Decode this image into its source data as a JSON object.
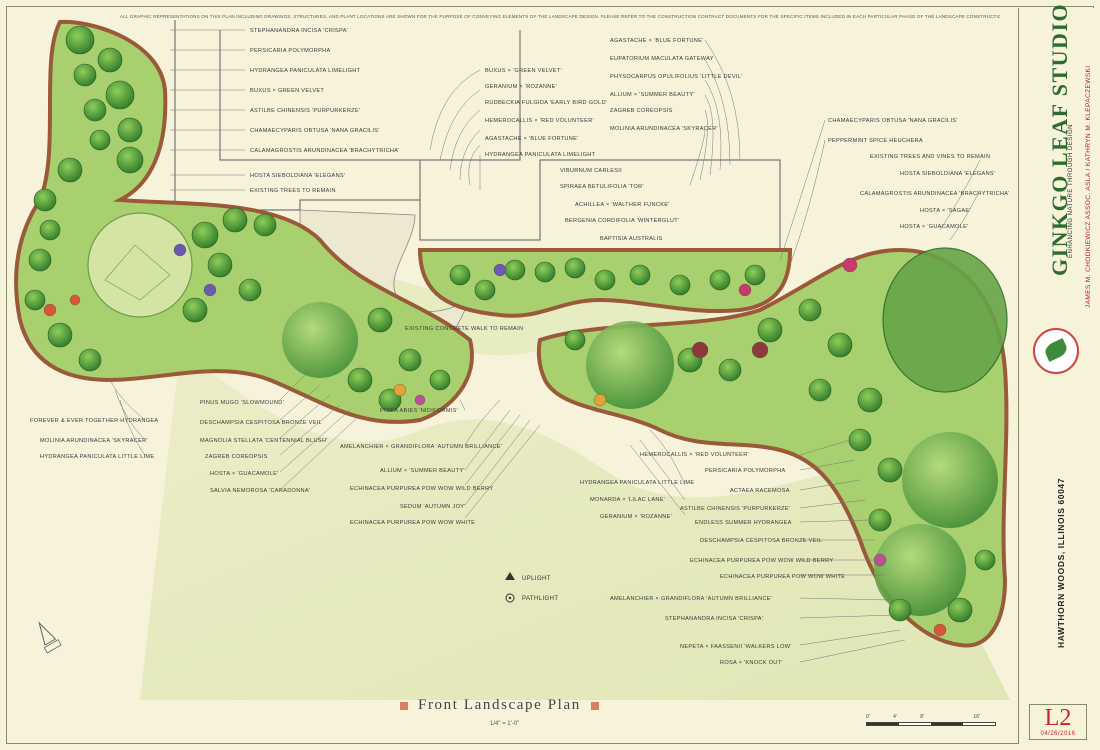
{
  "sheet": {
    "top_note": "ALL GRAPHIC REPRESENTATIONS ON THIS PLAN INCLUDING DRAWINGS, STRUCTURES, AND PLANT LOCATIONS ARE SHOWN FOR THE PURPOSE OF CONVEYING ELEMENTS OF THE LANDSCAPE DESIGN. PLEASE REFER TO THE CONSTRUCTION CONTRACT DOCUMENTS FOR THE SPECIFIC ITEMS INCLUDED IN EACH PARTICULAR PHASE OF THE LANDSCAPE CONSTRUCTION.",
    "title": "Front Landscape Plan",
    "scale": "1/4\" = 1'-0\"",
    "north": "NORTH"
  },
  "title_block": {
    "brand": "GINKGO LEAF STUDIO",
    "tagline": "ENHANCING NATURE THROUGH DESIGN",
    "names": "JAMES M. CHODKIEWICZ ASSOC. ASLA / KATHRYN M. KLEPACZEWSKI",
    "location": "HAWTHORN WOODS, ILLINOIS 60047",
    "sheet_number": "L2",
    "date": "04/26/2016",
    "scale_bar_labels": [
      "0'",
      "4'",
      "8'",
      "16'"
    ]
  },
  "legend": {
    "uplight": "UPLIGHT",
    "pathlight": "PATHLIGHT"
  },
  "labels": {
    "walk": "EXISTING CONCRETE WALK TO REMAIN",
    "top_left": [
      "STEPHANANDRA INCISA 'CRISPA'",
      "PERSICARIA POLYMORPHA",
      "HYDRANGEA PANICULATA LIMELIGHT",
      "BUXUS × GREEN VELVET",
      "ASTILBE CHINENSIS 'PURPURKERZE'",
      "CHAMAECYPARIS OBTUSA 'NANA GRACILIS'",
      "CALAMAGROSTIS ARUNDINACEA 'BRACHYTRICHA'",
      "HOSTA SIEBOLDIANA 'ELEGANS'",
      "EXISTING TREES TO REMAIN"
    ],
    "top_center_left": [
      "BUXUS × 'GREEN VELVET'",
      "GERANIUM × 'ROZANNE'",
      "RUDBECKIA FULGIDA 'EARLY BIRD GOLD'",
      "HEMEROCALLIS × 'RED VOLUNTEER'",
      "AGASTACHE × 'BLUE FORTUNE'",
      "HYDRANGEA PANICULATA LIMELIGHT"
    ],
    "top_center_right": [
      "AGASTACHE × 'BLUE FORTUNE'",
      "EUPATORIUM MACULATA GATEWAY",
      "PHYSOCARPUS OPULIFOLIUS 'LITTLE DEVIL'",
      "ALLIUM × 'SUMMER BEAUTY'",
      "ZAGREB COREOPSIS",
      "MOLINIA ARUNDINACEA 'SKYRACER'"
    ],
    "center": [
      "VIBURNUM CARLESII",
      "SPIRAEA BETULIFOLIA 'TOR'",
      "ACHILLEA × 'WALTHER FUNCKE'",
      "BERGENIA CORDIFOLIA 'WINTERGLUT'",
      "BAPTISIA AUSTRALIS"
    ],
    "right_top": [
      "CHAMAECYPARIS OBTUSA 'NANA GRACILIS'",
      "PEPPERMINT SPICE HEUCHERA",
      "EXISTING TREES AND VINES TO REMAIN",
      "HOSTA SIEBOLDIANA 'ELEGANS'",
      "CALAMAGROSTIS ARUNDINACEA 'BRACHYTRICHA'",
      "HOSTA × 'SAGAE'",
      "HOSTA × 'GUACAMOLE'"
    ],
    "left_bottom": [
      "FOREVER & EVER TOGETHER HYDRANGEA",
      "MOLINIA ARUNDINACEA 'SKYRACER'",
      "HYDRANGEA PANICULATA LITTLE LIME"
    ],
    "center_bottom_left": [
      "PINUS MUGO 'SLOWMOUND'",
      "DESCHAMPSIA CESPITOSA BRONZE VEIL",
      "MAGNOLIA STELLATA 'CENTENNIAL BLUSH'",
      "ZAGREB COREOPSIS",
      "HOSTA × 'GUACAMOLE'",
      "SALVIA NEMOROSA 'CARADONNA'"
    ],
    "center_bottom_mid": [
      "PICEA ABIES 'NIDIFORMIS'",
      "AMELANCHIER × GRANDIFLORA 'AUTUMN BRILLIANCE'",
      "ALLIUM × 'SUMMER BEAUTY'",
      "ECHINACEA PURPUREA POW WOW WILD BERRY",
      "SEDUM 'AUTUMN JOY'",
      "ECHINACEA PURPUREA POW WOW WHITE"
    ],
    "center_bottom_right": [
      "HYDRANGEA PANICULATA LITTLE LIME",
      "MONARDA × 'LILAC LANE'",
      "GERANIUM × 'ROZANNE'"
    ],
    "right_bottom": [
      "HEMEROCALLIS × 'RED VOLUNTEER'",
      "PERSICARIA POLYMORPHA",
      "ACTAEA RACEMOSA",
      "ASTILBE CHINENSIS 'PURPURKERZE'",
      "ENDLESS SUMMER HYDRANGEA",
      "DESCHAMPSIA CESPITOSA BRONZE VEIL",
      "ECHINACEA PURPUREA POW WOW WILD BERRY",
      "ECHINACEA PURPUREA POW WOW WHITE",
      "AMELANCHIER × GRANDIFLORA 'AUTUMN BRILLIANCE'",
      "STEPHANANDRA INCISA 'CRISPA'",
      "NEPETA × FAASSENII 'WALKERS LOW'",
      "ROSA × 'KNOCK OUT'"
    ]
  }
}
